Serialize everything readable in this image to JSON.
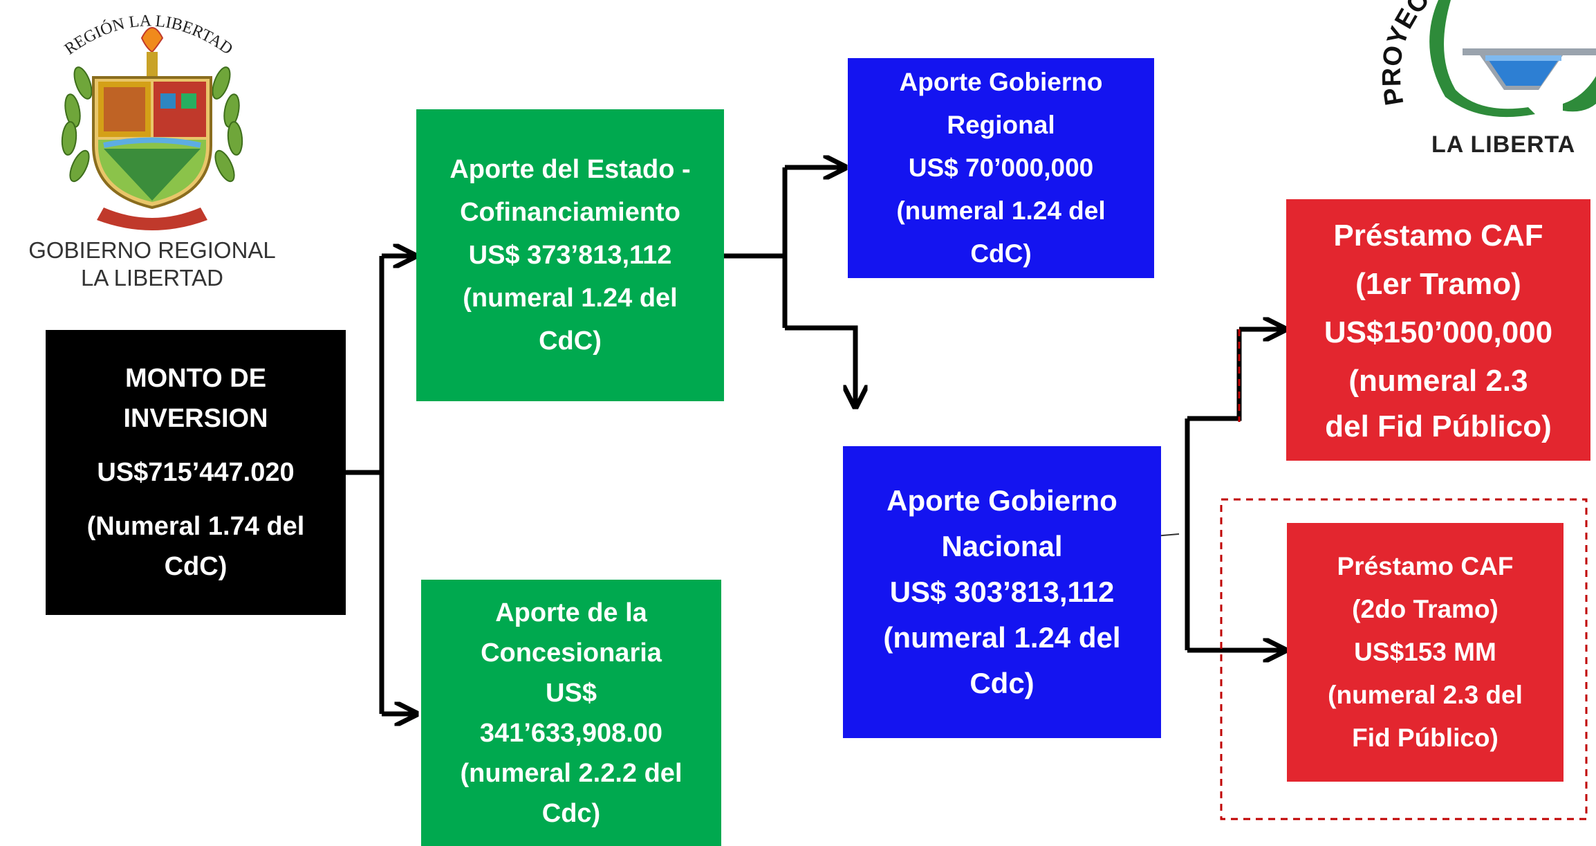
{
  "logos": {
    "left": {
      "arc_text": "REGIÓN LA LIBERTAD",
      "name_line1": "GOBIERNO REGIONAL",
      "name_line2": "LA LIBERTAD"
    },
    "right": {
      "arc_text": "PROYEC",
      "name": "LA LIBERTA"
    }
  },
  "boxes": {
    "monto": {
      "color": "#000000",
      "lines": [
        "MONTO DE",
        "INVERSION",
        "US$715’447.020",
        "(Numeral 1.74 del",
        "CdC)"
      ]
    },
    "estado": {
      "color": "#00a94f",
      "lines": [
        "Aporte del Estado -",
        "Cofinanciamiento",
        "US$ 373’813,112",
        "(numeral 1.24 del",
        "CdC)"
      ]
    },
    "concesionaria": {
      "color": "#00a94f",
      "lines": [
        "Aporte de la",
        "Concesionaria",
        "US$",
        "341’633,908.00",
        "(numeral 2.2.2 del",
        "Cdc)"
      ]
    },
    "regional": {
      "color": "#1414f0",
      "lines": [
        "Aporte Gobierno",
        "Regional",
        "US$ 70’000,000",
        "(numeral 1.24 del",
        "CdC)"
      ]
    },
    "nacional": {
      "color": "#1414f0",
      "lines": [
        "Aporte Gobierno",
        "Nacional",
        "US$ 303’813,112",
        "(numeral  1.24 del",
        "Cdc)"
      ]
    },
    "caf1": {
      "color": "#e3262f",
      "lines": [
        "Préstamo CAF",
        "(1er Tramo)",
        "US$150’000,000",
        "(numeral 2.3",
        "del Fid Público)"
      ]
    },
    "caf2": {
      "color": "#e3262f",
      "lines": [
        "Préstamo CAF",
        "(2do Tramo)",
        "US$153 MM",
        "(numeral 2.3 del",
        "Fid Público)"
      ]
    }
  },
  "highlight_color": "#c00000"
}
